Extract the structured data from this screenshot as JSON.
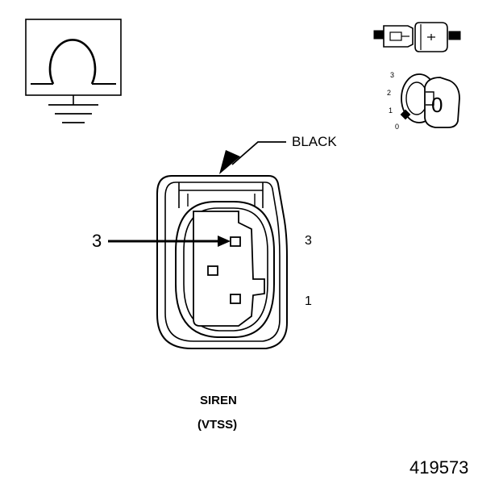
{
  "key_position_labels": [
    "3",
    "2",
    "1",
    "0"
  ],
  "key_symbol": "0",
  "wire_color_label": "BLACK",
  "callout_number": "3",
  "pin_labels": {
    "top": "3",
    "bottom": "1"
  },
  "component": {
    "name": "SIREN",
    "code": "(VTSS)"
  },
  "figure_id": "419573",
  "colors": {
    "line": "#000000",
    "background": "#ffffff"
  }
}
